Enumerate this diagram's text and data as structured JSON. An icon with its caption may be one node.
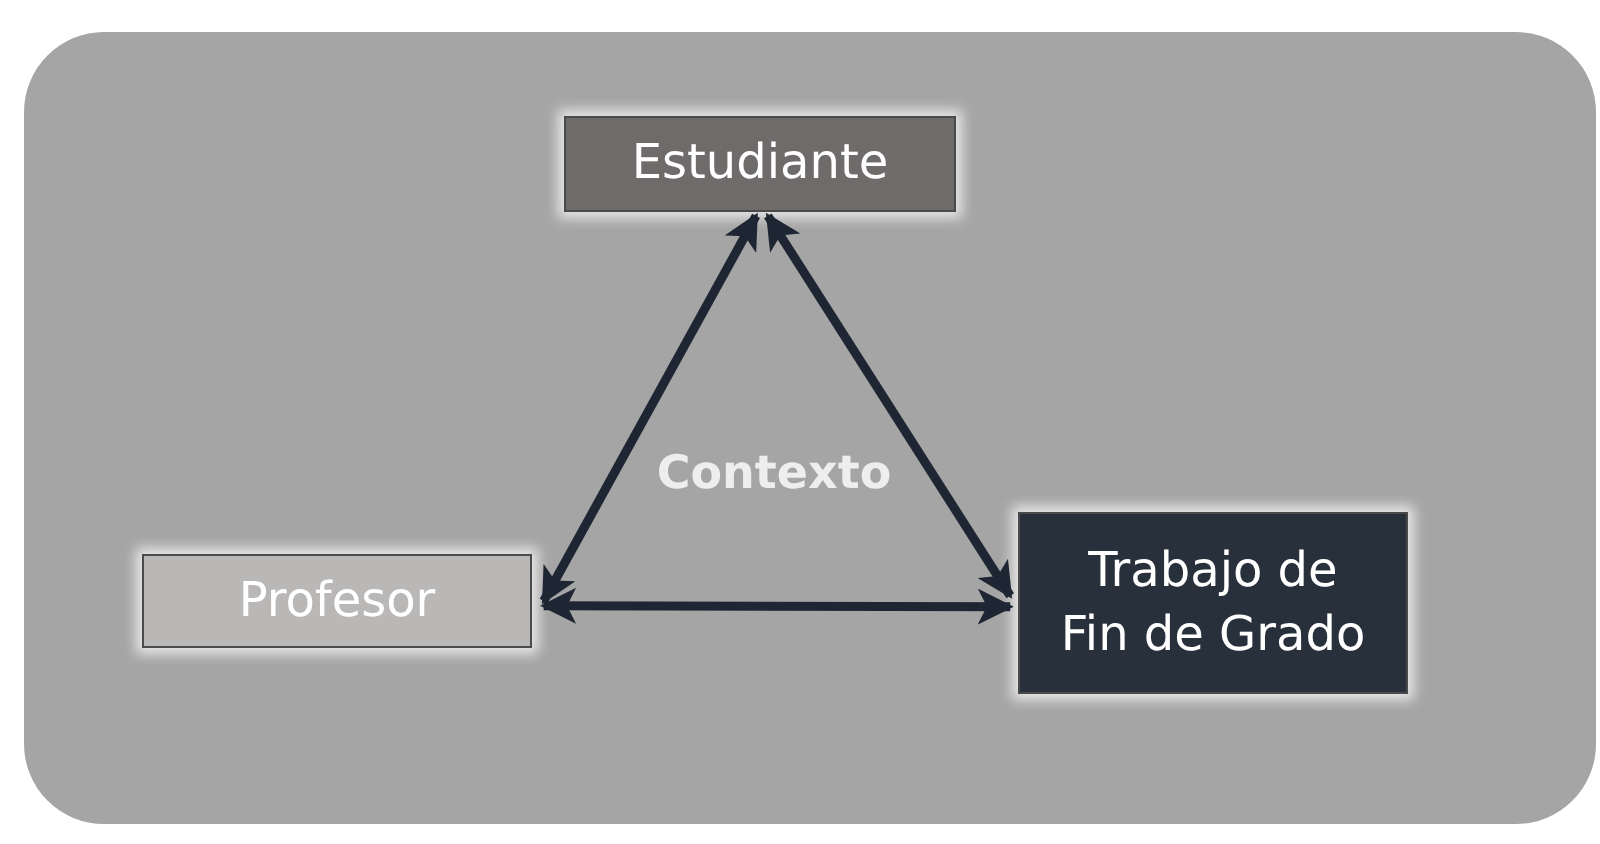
{
  "diagram": {
    "nodes": [
      {
        "text": [
          "Contexto"
        ]
      },
      {
        "text": [
          "Estudiante"
        ],
        "in": 0
      },
      {
        "text": [
          "Profesor"
        ],
        "in": 0
      },
      {
        "text": [
          "Trabajo de Fin de Grado"
        ],
        "in": 0
      }
    ],
    "edges": [
      {
        "from": 1,
        "to": 2,
        "arrow": "both"
      },
      {
        "from": 1,
        "to": 3,
        "arrow": "both"
      },
      {
        "from": 2,
        "to": 3,
        "arrow": "both"
      }
    ]
  }
}
